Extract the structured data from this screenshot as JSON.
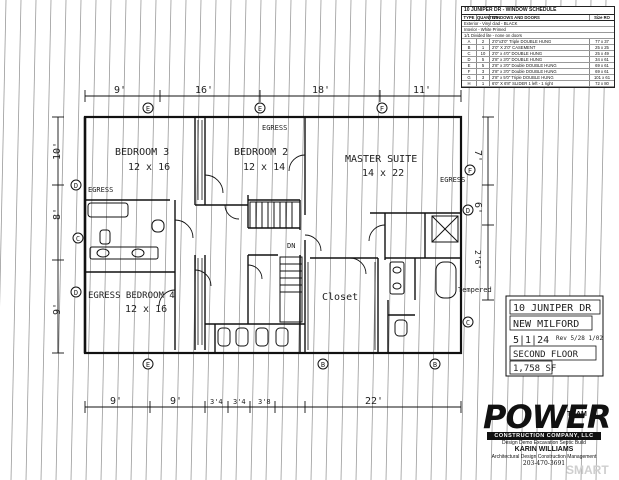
{
  "schedule": {
    "title": "10 JUNIPER DR - WINDOW SCHEDULE",
    "headers": {
      "type": "TYPE",
      "qty": "QUANTITY",
      "desc": "WINDOWS AND DOORS",
      "size": "Size RO"
    },
    "notes": [
      "Exterior - Vinyl clad - BLACK",
      "Interior - White Primed",
      "1/1 Divided lite - none on doors"
    ],
    "rows": [
      {
        "type": "A",
        "qty": "2",
        "desc": "2'0\"x3'0\" Triple DOUBLE HUNG",
        "size": "77 x 37"
      },
      {
        "type": "B",
        "qty": "1",
        "desc": "2'0\" X 2'0\" CASEMENT",
        "size": "25 x 25"
      },
      {
        "type": "C",
        "qty": "10",
        "desc": "2'0\" x 4'0\" DOUBLE HUNG",
        "size": "25 x 49"
      },
      {
        "type": "D",
        "qty": "5",
        "desc": "2'8\" x 3'0\" DOUBLE HUNG",
        "size": "34 x 61"
      },
      {
        "type": "E",
        "qty": "5",
        "desc": "2'8\" x 3'0\" Double DOUBLE HUNG",
        "size": "69 x 61"
      },
      {
        "type": "F",
        "qty": "3",
        "desc": "2'8\" x 3'0\" Double DOUBLE HUNG",
        "size": "69 x 61"
      },
      {
        "type": "G",
        "qty": "3",
        "desc": "2'8\" x 5'0\" Triple DOUBLE HUNG",
        "size": "101 x 61"
      },
      {
        "type": "H",
        "qty": "1",
        "desc": "6'0\" X 6'8\" SLIDER 1 left - 1 right",
        "size": "72 x 80"
      }
    ]
  },
  "plan": {
    "rooms": {
      "bedroom3": "BEDROOM 3",
      "bedroom3_size": "12 x 16",
      "bedroom2": "BEDROOM 2",
      "bedroom2_size": "12 x 14",
      "master": "MASTER SUITE",
      "master_size": "14 x 22",
      "egress_bed4": "EGRESS BEDROOM 4",
      "bed4_size": "12 x 16",
      "closet": "Closet"
    },
    "labels": {
      "egress1": "EGRESS",
      "egress2": "EGRESS",
      "egress3": "EGRESS",
      "dn": "DN",
      "tempered": "Tempered"
    },
    "dims_top": [
      "9'",
      "16'",
      "18'",
      "11'"
    ],
    "dims_bottom": [
      "9'",
      "9'",
      "3'4",
      "3'4",
      "3'8",
      "22'"
    ],
    "dims_left": [
      "10'",
      "8'",
      "9'"
    ],
    "dims_right": [
      "7'",
      "6'",
      "2'6\""
    ],
    "tags": [
      "E",
      "E",
      "F",
      "F",
      "D",
      "C",
      "D",
      "E",
      "B",
      "B",
      "D",
      "C"
    ]
  },
  "stamp": {
    "lines": [
      "10 JUNIPER DR",
      "NEW MILFORD",
      "5|1|24",
      "SECOND FLOOR",
      "1,758 SF"
    ],
    "rev": "Rev 5/28 1/02"
  },
  "logo": {
    "word": "POWER",
    "team": "TEAM",
    "company": "CONSTRUCTION COMPANY, LLC",
    "line1": "Design Demo Excavation Septic Build",
    "name": "KARIN WILLIAMS",
    "line2": "Architectural Design  Construction Management",
    "phone": "203-470-3691"
  },
  "watermark": "SMART"
}
